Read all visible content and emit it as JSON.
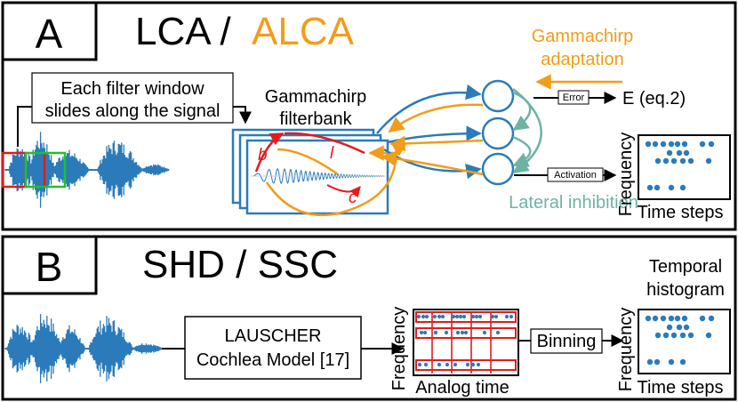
{
  "panel_a": {
    "letter": "A",
    "title_left": "LCA /",
    "title_right": "ALCA",
    "filter_window_note": [
      "Each filter window",
      "slides along the signal"
    ],
    "filterbank_label": [
      "Gammachirp",
      "filterbank"
    ],
    "param_b": "b",
    "param_l": "l",
    "param_c": "c",
    "adaptation_label": [
      "Gammachirp",
      "adaptation"
    ],
    "error_label": "Error",
    "error_target": "E (eq.2)",
    "activation_label": "Activation",
    "lateral_inhibition": "Lateral inhibition",
    "raster_ylabel": "Frequency",
    "raster_xlabel": "Time steps"
  },
  "panel_b": {
    "letter": "B",
    "title": "SHD / SSC",
    "model_box": [
      "LAUSCHER",
      "Cochlea Model [17]"
    ],
    "analog_ylabel": "Frequency",
    "analog_xlabel": "Analog time",
    "binning_label": "Binning",
    "histogram_title": [
      "Temporal",
      "histogram"
    ],
    "raster_ylabel": "Frequency",
    "raster_xlabel": "Time steps"
  },
  "colors": {
    "signal": "#2b7bba",
    "alca": "#f39c1a",
    "inhibition": "#6db3a4",
    "red": "#e41a1c",
    "green": "#22c02a",
    "spike": "#2b7bba"
  }
}
